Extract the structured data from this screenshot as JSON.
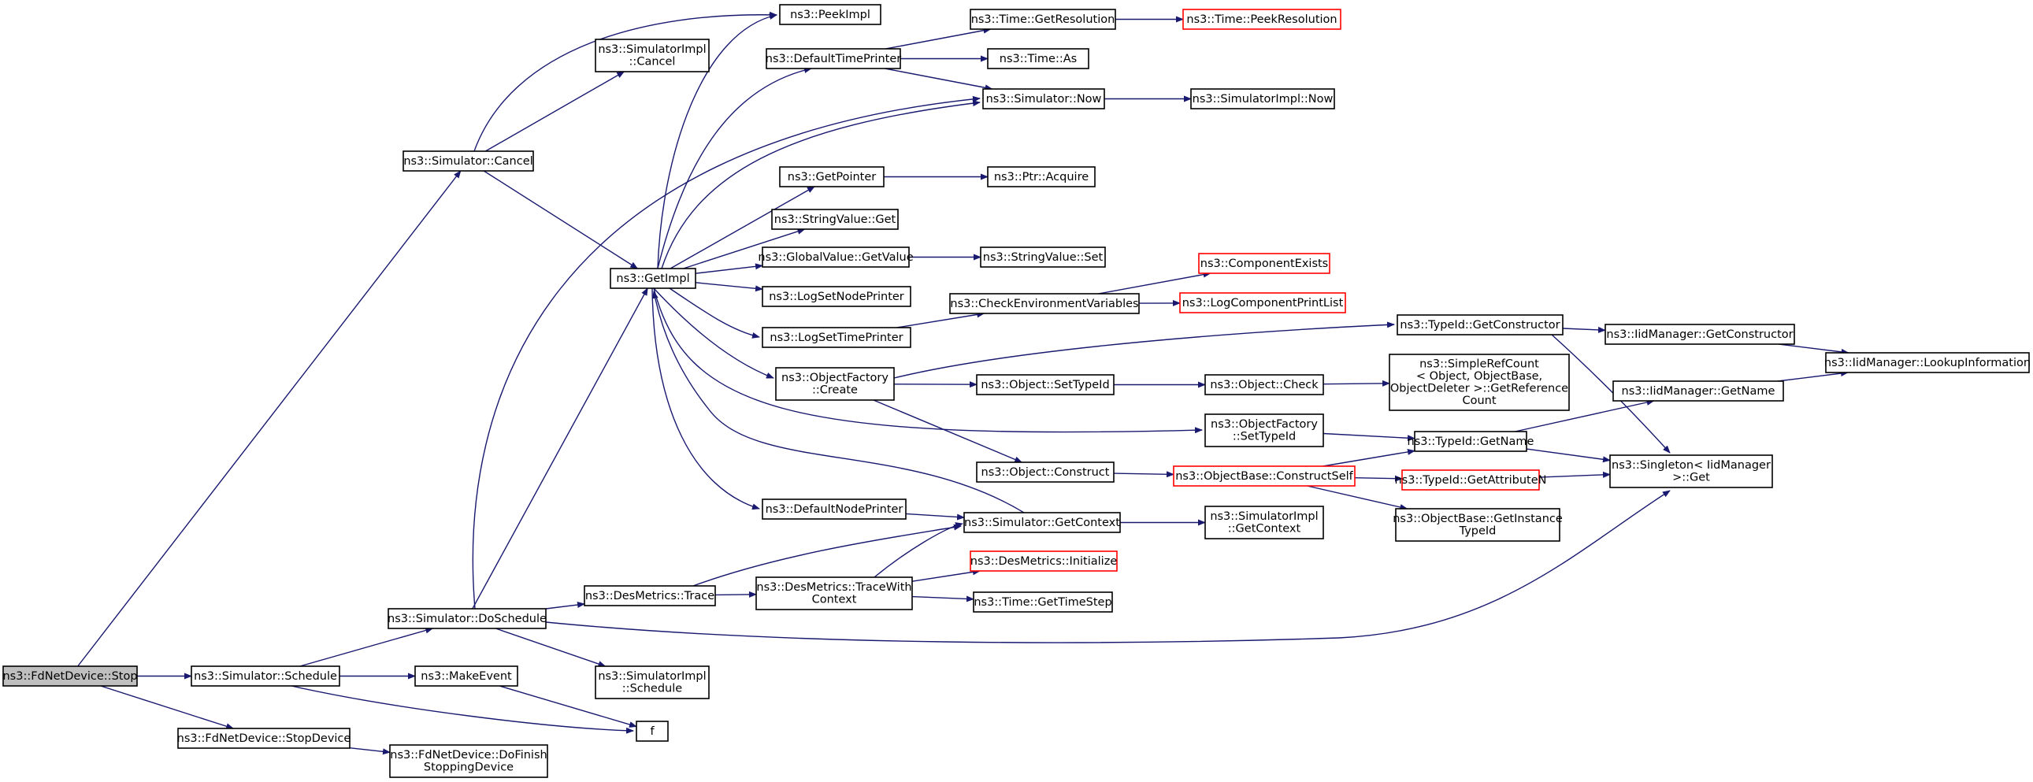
{
  "diagram": {
    "colors": {
      "edge": "#191970",
      "focus_fill": "#bfbfbf",
      "node_border": "#000000",
      "truncated_border": "#ff0000"
    },
    "nodes": [
      {
        "id": "stop",
        "lines": [
          "ns3::FdNetDevice::Stop"
        ],
        "style": "focus"
      },
      {
        "id": "cancel",
        "lines": [
          "ns3::Simulator::Cancel"
        ]
      },
      {
        "id": "schedule",
        "lines": [
          "ns3::Simulator::Schedule"
        ]
      },
      {
        "id": "stopdevice",
        "lines": [
          "ns3::FdNetDevice::StopDevice"
        ]
      },
      {
        "id": "peekimpl",
        "lines": [
          "ns3::PeekImpl"
        ]
      },
      {
        "id": "simimplcancel",
        "lines": [
          "ns3::SimulatorImpl",
          "::Cancel"
        ]
      },
      {
        "id": "getimpl",
        "lines": [
          "ns3::GetImpl"
        ]
      },
      {
        "id": "doschedule",
        "lines": [
          "ns3::Simulator::DoSchedule"
        ]
      },
      {
        "id": "makeevent",
        "lines": [
          "ns3::MakeEvent"
        ]
      },
      {
        "id": "f",
        "lines": [
          "f"
        ]
      },
      {
        "id": "dofinish",
        "lines": [
          "ns3::FdNetDevice::DoFinish",
          "StoppingDevice"
        ]
      },
      {
        "id": "defaulttimeprinter",
        "lines": [
          "ns3::DefaultTimePrinter"
        ]
      },
      {
        "id": "getpointer",
        "lines": [
          "ns3::GetPointer"
        ]
      },
      {
        "id": "stringvalueget",
        "lines": [
          "ns3::StringValue::Get"
        ]
      },
      {
        "id": "globalvalueget",
        "lines": [
          "ns3::GlobalValue::GetValue"
        ]
      },
      {
        "id": "logsetnode",
        "lines": [
          "ns3::LogSetNodePrinter"
        ]
      },
      {
        "id": "logsettime",
        "lines": [
          "ns3::LogSetTimePrinter"
        ]
      },
      {
        "id": "ofcreate",
        "lines": [
          "ns3::ObjectFactory",
          "::Create"
        ]
      },
      {
        "id": "defaultnodeprinter",
        "lines": [
          "ns3::DefaultNodePrinter"
        ]
      },
      {
        "id": "desmetricstrace",
        "lines": [
          "ns3::DesMetrics::Trace"
        ]
      },
      {
        "id": "simimplschedule",
        "lines": [
          "ns3::SimulatorImpl",
          "::Schedule"
        ]
      },
      {
        "id": "getresolution",
        "lines": [
          "ns3::Time::GetResolution"
        ]
      },
      {
        "id": "timeas",
        "lines": [
          "ns3::Time::As"
        ]
      },
      {
        "id": "simnow",
        "lines": [
          "ns3::Simulator::Now"
        ]
      },
      {
        "id": "ptracquire",
        "lines": [
          "ns3::Ptr::Acquire"
        ]
      },
      {
        "id": "stringvalueset",
        "lines": [
          "ns3::StringValue::Set"
        ]
      },
      {
        "id": "checkenv",
        "lines": [
          "ns3::CheckEnvironmentVariables"
        ]
      },
      {
        "id": "objsettypeid",
        "lines": [
          "ns3::Object::SetTypeId"
        ]
      },
      {
        "id": "objconstruct",
        "lines": [
          "ns3::Object::Construct"
        ]
      },
      {
        "id": "getcontext",
        "lines": [
          "ns3::Simulator::GetContext"
        ]
      },
      {
        "id": "tracewithcontext",
        "lines": [
          "ns3::DesMetrics::TraceWith",
          "Context"
        ]
      },
      {
        "id": "peekresolution",
        "lines": [
          "ns3::Time::PeekResolution"
        ],
        "style": "truncated"
      },
      {
        "id": "simimplnow",
        "lines": [
          "ns3::SimulatorImpl::Now"
        ]
      },
      {
        "id": "componentexists",
        "lines": [
          "ns3::ComponentExists"
        ],
        "style": "truncated"
      },
      {
        "id": "logcomponentprintlist",
        "lines": [
          "ns3::LogComponentPrintList"
        ],
        "style": "truncated"
      },
      {
        "id": "typeidgetconstructor",
        "lines": [
          "ns3::TypeId::GetConstructor"
        ]
      },
      {
        "id": "objcheck",
        "lines": [
          "ns3::Object::Check"
        ]
      },
      {
        "id": "ofsettypeid",
        "lines": [
          "ns3::ObjectFactory",
          "::SetTypeId"
        ]
      },
      {
        "id": "constructself",
        "lines": [
          "ns3::ObjectBase::ConstructSelf"
        ],
        "style": "truncated"
      },
      {
        "id": "simimplgetcontext",
        "lines": [
          "ns3::SimulatorImpl",
          "::GetContext"
        ]
      },
      {
        "id": "desinitialize",
        "lines": [
          "ns3::DesMetrics::Initialize"
        ],
        "style": "truncated"
      },
      {
        "id": "gettimestep",
        "lines": [
          "ns3::Time::GetTimeStep"
        ]
      },
      {
        "id": "iidgetconstructor",
        "lines": [
          "ns3::IidManager::GetConstructor"
        ]
      },
      {
        "id": "simplerefcount",
        "lines": [
          "ns3::SimpleRefCount",
          "< Object, ObjectBase,",
          " ObjectDeleter >::GetReference",
          "Count"
        ]
      },
      {
        "id": "typeidgetname",
        "lines": [
          "ns3::TypeId::GetName"
        ]
      },
      {
        "id": "getattributen",
        "lines": [
          "ns3::TypeId::GetAttributeN"
        ],
        "style": "truncated"
      },
      {
        "id": "getinstancetypeid",
        "lines": [
          "ns3::ObjectBase::GetInstance",
          "TypeId"
        ]
      },
      {
        "id": "lookupinformation",
        "lines": [
          "ns3::IidManager::LookupInformation"
        ]
      },
      {
        "id": "iidgetname",
        "lines": [
          "ns3::IidManager::GetName"
        ]
      },
      {
        "id": "singletonget",
        "lines": [
          "ns3::Singleton< IidManager",
          " >::Get"
        ]
      }
    ],
    "edges": [
      [
        "stop",
        "cancel"
      ],
      [
        "stop",
        "schedule"
      ],
      [
        "stop",
        "stopdevice"
      ],
      [
        "cancel",
        "peekimpl"
      ],
      [
        "cancel",
        "simimplcancel"
      ],
      [
        "cancel",
        "getimpl"
      ],
      [
        "schedule",
        "doschedule"
      ],
      [
        "schedule",
        "makeevent"
      ],
      [
        "schedule",
        "f"
      ],
      [
        "stopdevice",
        "dofinish"
      ],
      [
        "makeevent",
        "f"
      ],
      [
        "doschedule",
        "getimpl"
      ],
      [
        "doschedule",
        "simnow"
      ],
      [
        "doschedule",
        "desmetricstrace"
      ],
      [
        "doschedule",
        "simimplschedule"
      ],
      [
        "doschedule",
        "singletonget"
      ],
      [
        "getimpl",
        "peekimpl"
      ],
      [
        "getimpl",
        "defaulttimeprinter"
      ],
      [
        "getimpl",
        "simnow"
      ],
      [
        "getimpl",
        "getpointer"
      ],
      [
        "getimpl",
        "stringvalueget"
      ],
      [
        "getimpl",
        "globalvalueget"
      ],
      [
        "getimpl",
        "logsetnode"
      ],
      [
        "getimpl",
        "logsettime"
      ],
      [
        "getimpl",
        "ofcreate"
      ],
      [
        "getimpl",
        "ofsettypeid"
      ],
      [
        "getimpl",
        "defaultnodeprinter"
      ],
      [
        "getcontext",
        "getimpl"
      ],
      [
        "defaulttimeprinter",
        "getresolution"
      ],
      [
        "defaulttimeprinter",
        "timeas"
      ],
      [
        "defaulttimeprinter",
        "simnow"
      ],
      [
        "getresolution",
        "peekresolution"
      ],
      [
        "simnow",
        "simimplnow"
      ],
      [
        "getpointer",
        "ptracquire"
      ],
      [
        "globalvalueget",
        "stringvalueset"
      ],
      [
        "logsettime",
        "checkenv"
      ],
      [
        "checkenv",
        "componentexists"
      ],
      [
        "checkenv",
        "logcomponentprintlist"
      ],
      [
        "ofcreate",
        "typeidgetconstructor"
      ],
      [
        "ofcreate",
        "objsettypeid"
      ],
      [
        "ofcreate",
        "objconstruct"
      ],
      [
        "objsettypeid",
        "objcheck"
      ],
      [
        "objcheck",
        "simplerefcount"
      ],
      [
        "objconstruct",
        "constructself"
      ],
      [
        "constructself",
        "typeidgetname"
      ],
      [
        "constructself",
        "getattributen"
      ],
      [
        "constructself",
        "getinstancetypeid"
      ],
      [
        "ofsettypeid",
        "typeidgetname"
      ],
      [
        "typeidgetconstructor",
        "iidgetconstructor"
      ],
      [
        "typeidgetconstructor",
        "singletonget"
      ],
      [
        "iidgetconstructor",
        "lookupinformation"
      ],
      [
        "typeidgetname",
        "iidgetname"
      ],
      [
        "typeidgetname",
        "singletonget"
      ],
      [
        "iidgetname",
        "lookupinformation"
      ],
      [
        "getattributen",
        "singletonget"
      ],
      [
        "defaultnodeprinter",
        "getcontext"
      ],
      [
        "getcontext",
        "simimplgetcontext"
      ],
      [
        "desmetricstrace",
        "getcontext"
      ],
      [
        "desmetricstrace",
        "tracewithcontext"
      ],
      [
        "tracewithcontext",
        "getcontext"
      ],
      [
        "tracewithcontext",
        "desinitialize"
      ],
      [
        "tracewithcontext",
        "gettimestep"
      ]
    ]
  }
}
